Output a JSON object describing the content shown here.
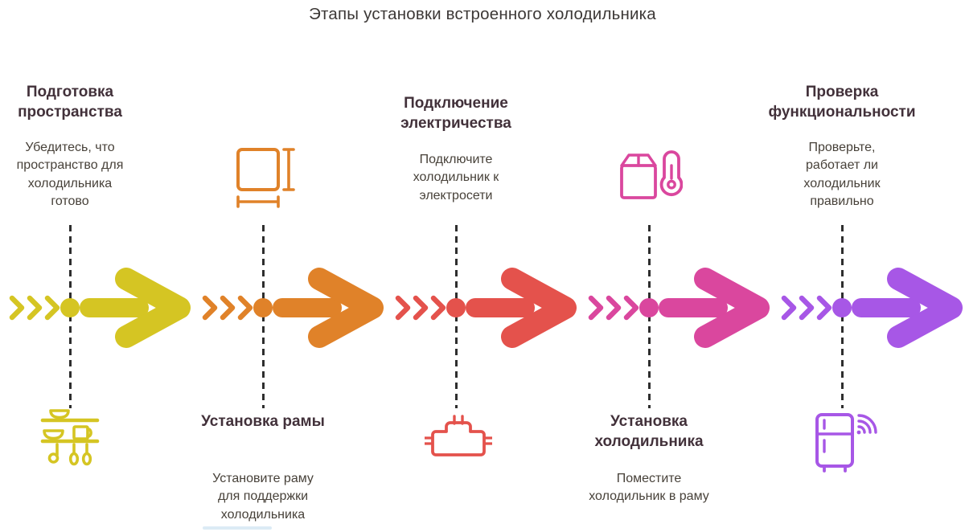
{
  "title": "Этапы установки встроенного холодильника",
  "colors": {
    "stage_title_text": "#42313a",
    "description_text": "#474139",
    "main_title_text": "#3c3836",
    "timeline_dash": "#2e2e2e"
  },
  "stages": [
    {
      "title": "Подготовка пространства",
      "description": "Убедитесь, что пространство для холодильника готово",
      "color": "#d5c523",
      "icon": "kitchen-shelf-icon",
      "icon_position": "bottom"
    },
    {
      "title": "Установка рамы",
      "description": "Установите раму для поддержки холодильника",
      "color": "#e08229",
      "icon": "dimensions-square-icon",
      "icon_position": "top"
    },
    {
      "title": "Подключение электричества",
      "description": "Подключите холодильник к электросети",
      "color": "#e4524c",
      "icon": "power-plug-icon",
      "icon_position": "bottom"
    },
    {
      "title": "Установка холодильника",
      "description": "Поместите холодильник в раму",
      "color": "#da479e",
      "icon": "box-thermometer-icon",
      "icon_position": "top"
    },
    {
      "title": "Проверка функциональности",
      "description": "Проверьте, работает ли холодильник правильно",
      "color": "#a757e6",
      "icon": "fridge-wifi-icon",
      "icon_position": "bottom"
    }
  ]
}
